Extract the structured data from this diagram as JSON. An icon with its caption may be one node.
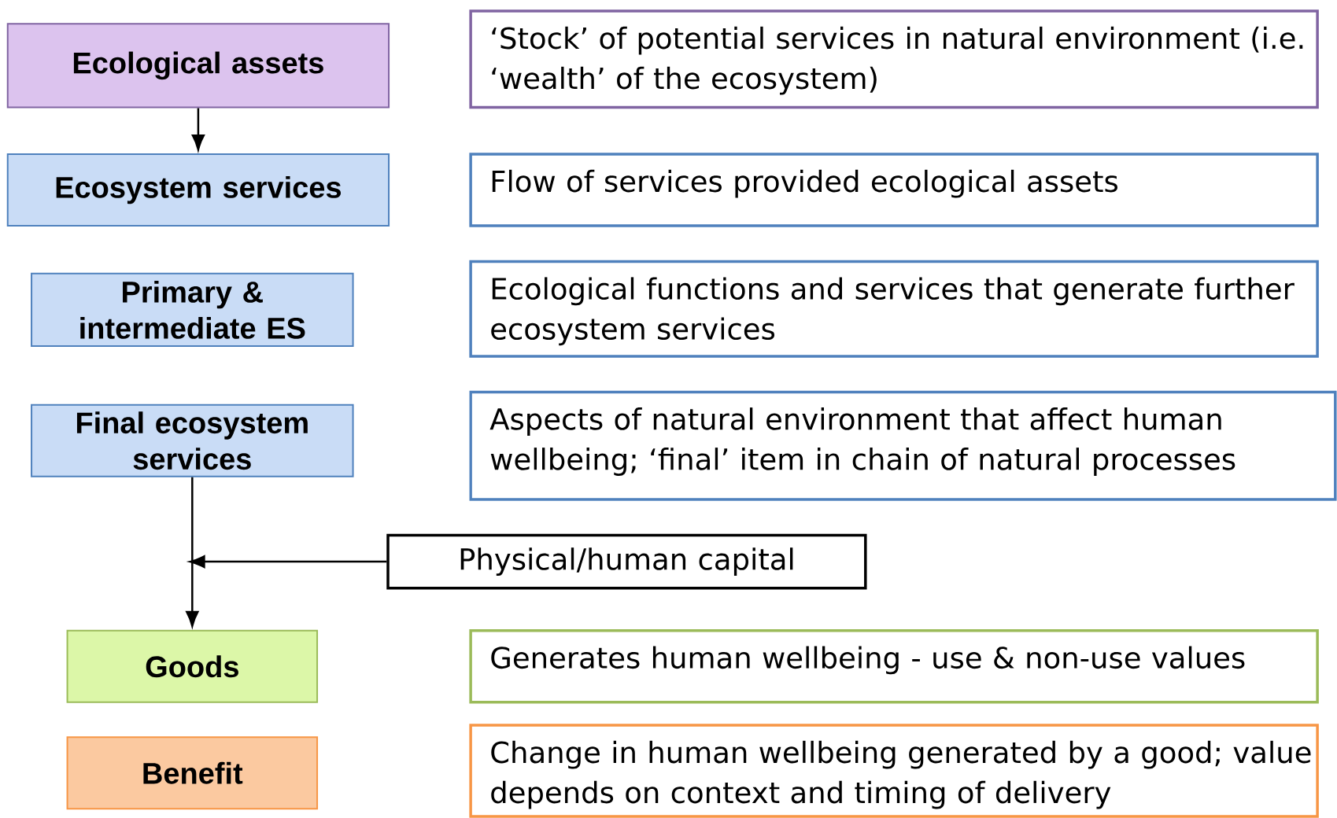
{
  "diagram": {
    "nodes": [
      {
        "text": [
          "Ecological assets"
        ]
      },
      {
        "text": [
          "‘Stock’ of potential services in natural environment (i.e. ‘wealth’ of the ecosystem)"
        ]
      },
      {
        "text": [
          "Ecosystem services"
        ]
      },
      {
        "text": [
          "Flow of services provided ecological assets"
        ]
      },
      {
        "text": [
          "Primary & intermediate ES"
        ]
      },
      {
        "text": [
          "Ecological functions and services that generate further ecosystem services"
        ]
      },
      {
        "text": [
          "Final ecosystem services"
        ]
      },
      {
        "text": [
          "Aspects of natural environment that affect human wellbeing; ‘final’ item in chain of natural processes"
        ]
      },
      {
        "text": [
          "Physical/human capital"
        ]
      },
      {
        "text": [
          "Goods"
        ]
      },
      {
        "text": [
          "Generates human wellbeing - use & non-use values"
        ]
      },
      {
        "text": [
          "Benefit"
        ]
      },
      {
        "text": [
          "Change in human wellbeing generated by a good; value depends on context and timing of delivery"
        ]
      }
    ],
    "edges": [
      {
        "from": 0,
        "to": 2,
        "arrow": "to"
      },
      {
        "from": 6,
        "to": 9,
        "arrow": "to"
      },
      {
        "from": 8,
        "to": null,
        "arrow": "to"
      }
    ]
  }
}
